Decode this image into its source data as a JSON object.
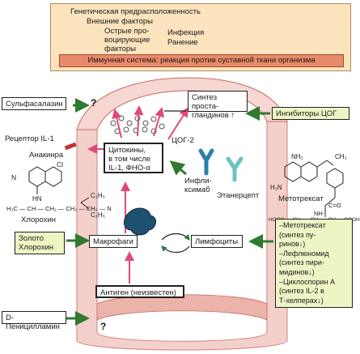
{
  "top_panel": {
    "factors": [
      "Генетическая предрасположенность",
      "Внешние факторы",
      "Острые про-",
      "воцирующие",
      "факторы"
    ],
    "infection": "Инфекция",
    "trauma": "Ранение",
    "immune": "Иммунная система: реакция против суставной ткани организма"
  },
  "drugs": {
    "sulfasalazine": "Сульфасалазин",
    "il1_receptor": "Рецептор IL-1",
    "anakinra": "Анакинра",
    "chloroquine": "Хлорохин",
    "gold_chloroquine": [
      "Золото",
      "Хлорохин"
    ],
    "penicillamine": "D-Пеницилламин",
    "cox_inhibitors": "Ингибиторы ЦОГ",
    "infliximab": [
      "Инфли-",
      "ксимаб"
    ],
    "etanercept": "Этанерцепт",
    "methotrexate": "Метотрексат",
    "right_list": [
      "–Метотрексат",
      "(синтез пу-",
      "ринов↓)",
      "–Лефлюномид",
      "(синтез пири-",
      "мидинов↓)",
      "–Циклоспорин А",
      "(синтез IL-2 в",
      "Т-хелперах↓)"
    ]
  },
  "nodes": {
    "prostaglandins": [
      "Синтез проста-",
      "гландинов ↑"
    ],
    "cox2": "ЦОГ-2",
    "cytokines": [
      "Цитокины,",
      "в том числе",
      "IL-1, ФНО-α"
    ],
    "macrophages": "Макрофаги",
    "lymphocytes": "Лимфоциты",
    "antigen": "Антиген (неизвестен)"
  },
  "question_mark": "?",
  "chem": {
    "nh2_a": "NH₂",
    "nh2_b": "H₂N",
    "ch3": "CH₃",
    "c2h5_a": "C₂H₅",
    "c2h5_b": "C₂H₅",
    "n": "N",
    "cl": "Cl",
    "hn": "HN",
    "chain": "H₃C — CH — CH₂ — CH₂ — CH₂ — N",
    "conh": "C=O",
    "nh": "NH",
    "acid": "HOOC — CH₂ — CH₂ — CH — COOH"
  },
  "colors": {
    "arrow_pink": "#e0487a",
    "arrow_green": "#3d8a3d",
    "drug_bg": "#eef4c4",
    "top_bg": "#fbe3bd",
    "immune_bg": "#e98a6a"
  }
}
